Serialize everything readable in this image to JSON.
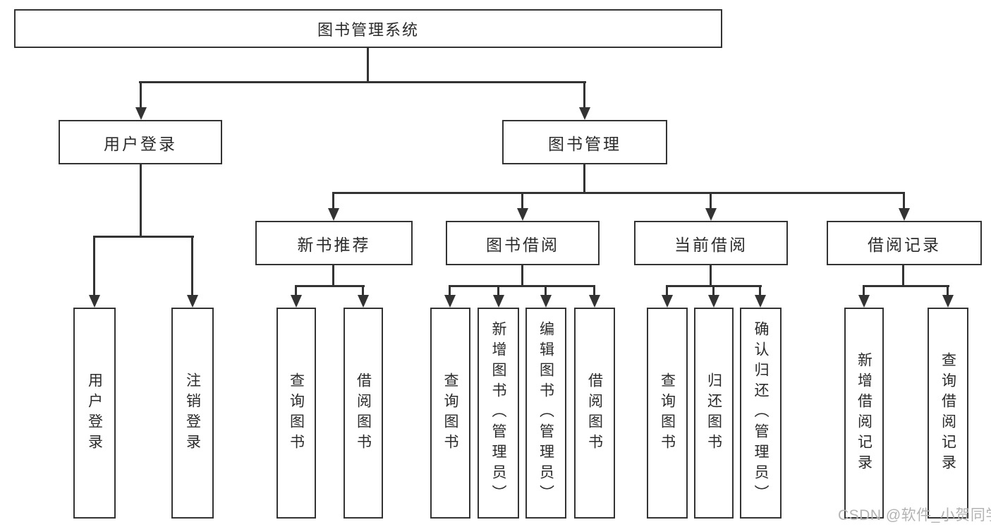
{
  "diagram": {
    "type": "hierarchy-tree",
    "title": "图书管理系统"
  },
  "tree": {
    "root": {
      "label": "图书管理系统"
    },
    "level2": [
      {
        "label": "用户登录",
        "parent": "图书管理系统"
      },
      {
        "label": "图书管理",
        "parent": "图书管理系统"
      }
    ],
    "level3": [
      {
        "label": "新书推荐",
        "parent": "图书管理"
      },
      {
        "label": "图书借阅",
        "parent": "图书管理"
      },
      {
        "label": "当前借阅",
        "parent": "图书管理"
      },
      {
        "label": "借阅记录",
        "parent": "图书管理"
      }
    ],
    "leaves": [
      {
        "label": "用户登录",
        "parent": "用户登录"
      },
      {
        "label": "注销登录",
        "parent": "用户登录"
      },
      {
        "label": "查询图书",
        "parent": "新书推荐"
      },
      {
        "label": "借阅图书",
        "parent": "新书推荐"
      },
      {
        "label": "查询图书",
        "parent": "图书借阅"
      },
      {
        "label": "新增图书（管理员）",
        "parent": "图书借阅"
      },
      {
        "label": "编辑图书（管理员）",
        "parent": "图书借阅"
      },
      {
        "label": "借阅图书",
        "parent": "图书借阅"
      },
      {
        "label": "查询图书",
        "parent": "当前借阅"
      },
      {
        "label": "归还图书",
        "parent": "当前借阅"
      },
      {
        "label": "确认归还（管理员）",
        "parent": "当前借阅"
      },
      {
        "label": "新增借阅记录",
        "parent": "借阅记录"
      },
      {
        "label": "查询借阅记录",
        "parent": "借阅记录"
      }
    ]
  },
  "watermark": "CSDN @软件_小贺同学",
  "colors": {
    "line": "#333333",
    "text": "#2b2b2b",
    "background": "#ffffff",
    "watermark": "#b3b3b3"
  }
}
